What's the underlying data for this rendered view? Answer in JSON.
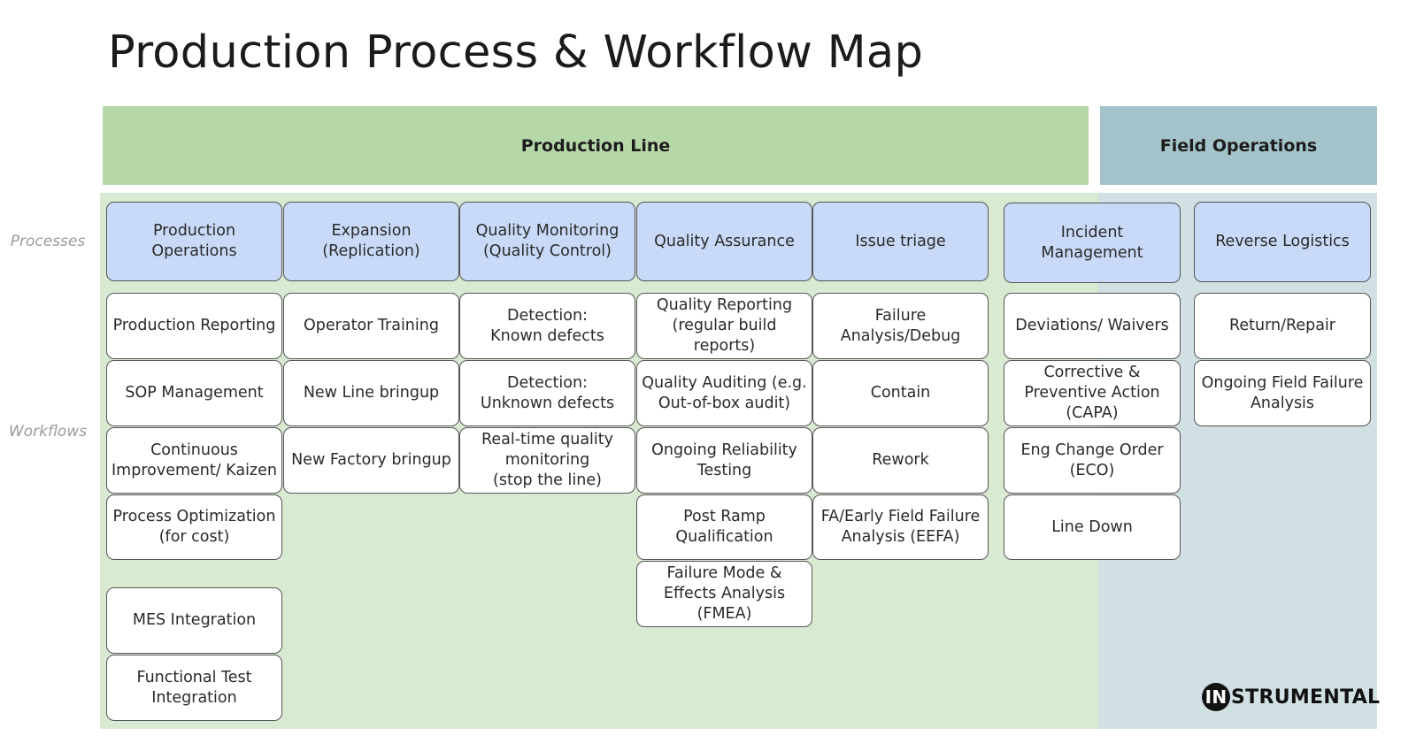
{
  "title": "Production Process & Workflow Map",
  "bands": {
    "production_line": "Production Line",
    "field_operations": "Field Operations"
  },
  "row_labels": {
    "processes": "Processes",
    "workflows": "Workflows"
  },
  "processes": [
    "Production\nOperations",
    "Expansion\n(Replication)",
    "Quality Monitoring\n(Quality Control)",
    "Quality Assurance",
    "Issue triage",
    "Incident\nManagement",
    "Reverse Logistics"
  ],
  "workflows": {
    "production_operations": [
      "Production Reporting",
      "SOP Management",
      "Continuous\nImprovement/ Kaizen",
      "Process Optimization\n(for cost)",
      "MES Integration",
      "Functional Test\nIntegration"
    ],
    "expansion": [
      "Operator Training",
      "New Line bringup",
      "New Factory bringup"
    ],
    "quality_monitoring": [
      "Detection:\nKnown defects",
      "Detection:\nUnknown defects",
      "Real-time quality\nmonitoring\n(stop the line)"
    ],
    "quality_assurance": [
      "Quality Reporting\n(regular build reports)",
      "Quality Auditing (e.g.\nOut-of-box audit)",
      "Ongoing Reliability\nTesting",
      "Post Ramp\nQualification",
      "Failure Mode &\nEffects Analysis\n(FMEA)"
    ],
    "issue_triage": [
      "Failure\nAnalysis/Debug",
      "Contain",
      "Rework",
      "FA/Early Field Failure\nAnalysis (EEFA)"
    ],
    "incident_management": [
      "Deviations/ Waivers",
      "Corrective &\nPreventive Action\n(CAPA)",
      "Eng Change Order\n(ECO)",
      "Line Down"
    ],
    "reverse_logistics": [
      "Return/Repair",
      "Ongoing Field Failure\nAnalysis"
    ]
  },
  "logo": {
    "mark": "IN",
    "text": "STRUMENTAL"
  },
  "colors": {
    "production_band": "#b6d7a8",
    "production_bg": "#d9ead3",
    "field_band": "#a4c3cb",
    "field_bg": "#d0e0e3",
    "process_box": "#c9daf8",
    "workflow_box": "#ffffff"
  }
}
